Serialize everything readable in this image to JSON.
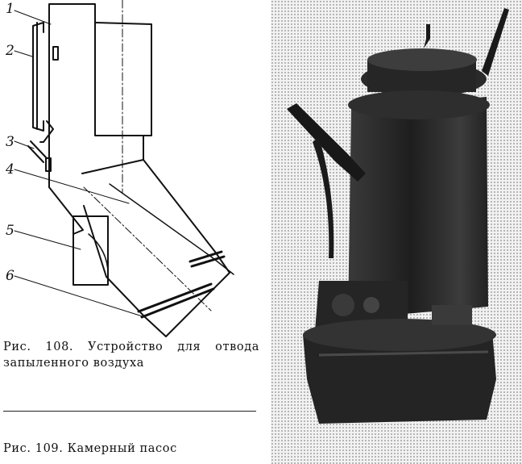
{
  "figure108": {
    "labels": [
      "1",
      "2",
      "3",
      "4",
      "5",
      "6"
    ],
    "caption": "Рис. 108. Устройство для отвода запыленного воздуха"
  },
  "figure109": {
    "caption": "Рис. 109. Камерный пасос"
  }
}
